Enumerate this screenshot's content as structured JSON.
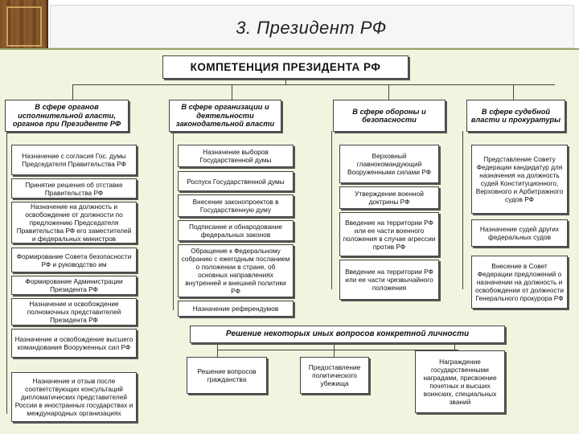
{
  "page": {
    "title": "3. Президент РФ"
  },
  "diagram": {
    "root": "КОМПЕТЕНЦИЯ ПРЕЗИДЕНТА РФ",
    "categories": [
      "В сфере органов исполнительной власти, органов при Президенте РФ",
      "В сфере организации и деятельности законодательной власти",
      "В сфере обороны и безопасности",
      "В сфере судебной власти и прокуратуры"
    ],
    "col1": [
      "Назначение с согласия Гос. думы Председателя Правительства РФ",
      "Принятие решения об отставке Правительства РФ",
      "Назначение на должность и освобождение от должности по предложению Председателя Правительства РФ его заместителей и федеральных министров",
      "Формирование Совета безопасности РФ и руководство им",
      "Формирование Администрации Президента РФ",
      "Назначение и освобождение полномочных представителей Президента РФ",
      "Назначение и освобождение высшего командования Вооруженных сил РФ",
      "Назначение и отзыв после соответствующих консультаций дипломатических представителей России в иностранных государствах и международных организациях"
    ],
    "col2": [
      "Назначение выборов Государственной думы",
      "Роспуск Государственной думы",
      "Внесение законопроектов в Государственную думу",
      "Подписание и обнародование федеральных законов",
      "Обращение к Федеральному собранию с ежегодным посланием о положении в стране, об основных направлениях внутренней и внешней политики РФ",
      "Назначение референдумов"
    ],
    "col3": [
      "Верховный главнокомандующий Вооруженными силами РФ",
      "Утверждение военной доктрины РФ",
      "Введение на территории РФ или ее части военного положения в случае агрессии против РФ",
      "Введение на территории РФ или ее части чрезвычайного положения"
    ],
    "col4": [
      "Представление Совету Федерации кандидатур для назначения на должность судей Конституционного, Верховного и Арбитражного судов РФ",
      "Назначение судей других федеральных судов",
      "Внесение в Совет Федерации предложений о назначении на должность и освобождении от должности Генерального прокурора РФ"
    ],
    "personal": {
      "title": "Решение некоторых иных вопросов конкретной личности",
      "items": [
        "Решение вопросов гражданства",
        "Предоставление политического убежища",
        "Награждение государственными наградами, присвоение почетных и высших воинских, специальных званий"
      ]
    }
  }
}
